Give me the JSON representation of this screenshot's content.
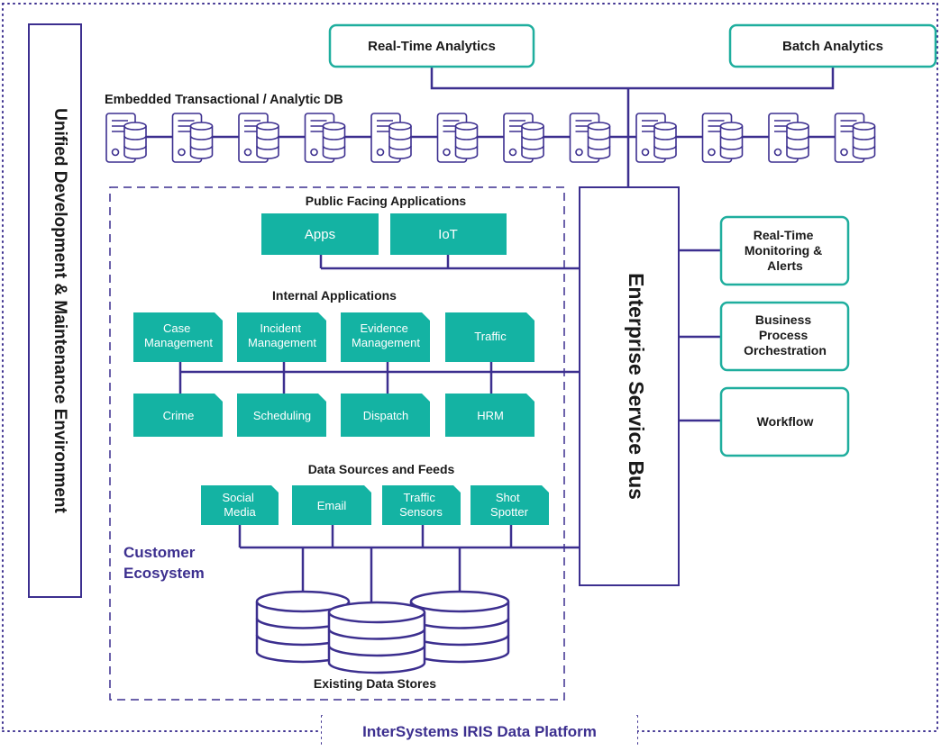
{
  "colors": {
    "navy": "#3c2f8f",
    "teal": "#14b3a3",
    "teal_border": "#1fae9e",
    "dots": "#3c2f8f"
  },
  "left_banner": {
    "label": "Unified Development & Maintenance Environment"
  },
  "analytics": {
    "realtime": "Real-Time Analytics",
    "batch": "Batch Analytics"
  },
  "embedded_db": {
    "title": "Embedded Transactional / Analytic DB",
    "icon": "server-database-icon",
    "count": 12
  },
  "esb": {
    "label": "Enterprise Service Bus"
  },
  "right_services": [
    {
      "label_lines": [
        "Real-Time",
        "Monitoring &",
        "Alerts"
      ]
    },
    {
      "label_lines": [
        "Business",
        "Process",
        "Orchestration"
      ]
    },
    {
      "label_lines": [
        "Workflow"
      ]
    }
  ],
  "ecosystem": {
    "label_lines": [
      "Customer",
      "Ecosystem"
    ],
    "public_title": "Public Facing Applications",
    "public_apps": [
      "Apps",
      "IoT"
    ],
    "internal_title": "Internal Applications",
    "internal_row1": [
      {
        "lines": [
          "Case",
          "Management"
        ]
      },
      {
        "lines": [
          "Incident",
          "Management"
        ]
      },
      {
        "lines": [
          "Evidence",
          "Management"
        ]
      },
      {
        "lines": [
          "Traffic"
        ]
      }
    ],
    "internal_row2": [
      {
        "lines": [
          "Crime"
        ]
      },
      {
        "lines": [
          "Scheduling"
        ]
      },
      {
        "lines": [
          "Dispatch"
        ]
      },
      {
        "lines": [
          "HRM"
        ]
      }
    ],
    "sources_title": "Data Sources and Feeds",
    "sources": [
      {
        "lines": [
          "Social",
          "Media"
        ]
      },
      {
        "lines": [
          "Email"
        ]
      },
      {
        "lines": [
          "Traffic",
          "Sensors"
        ]
      },
      {
        "lines": [
          "Shot",
          "Spotter"
        ]
      }
    ],
    "stores_title": "Existing Data Stores"
  },
  "footer": {
    "label": "InterSystems IRIS Data Platform"
  }
}
